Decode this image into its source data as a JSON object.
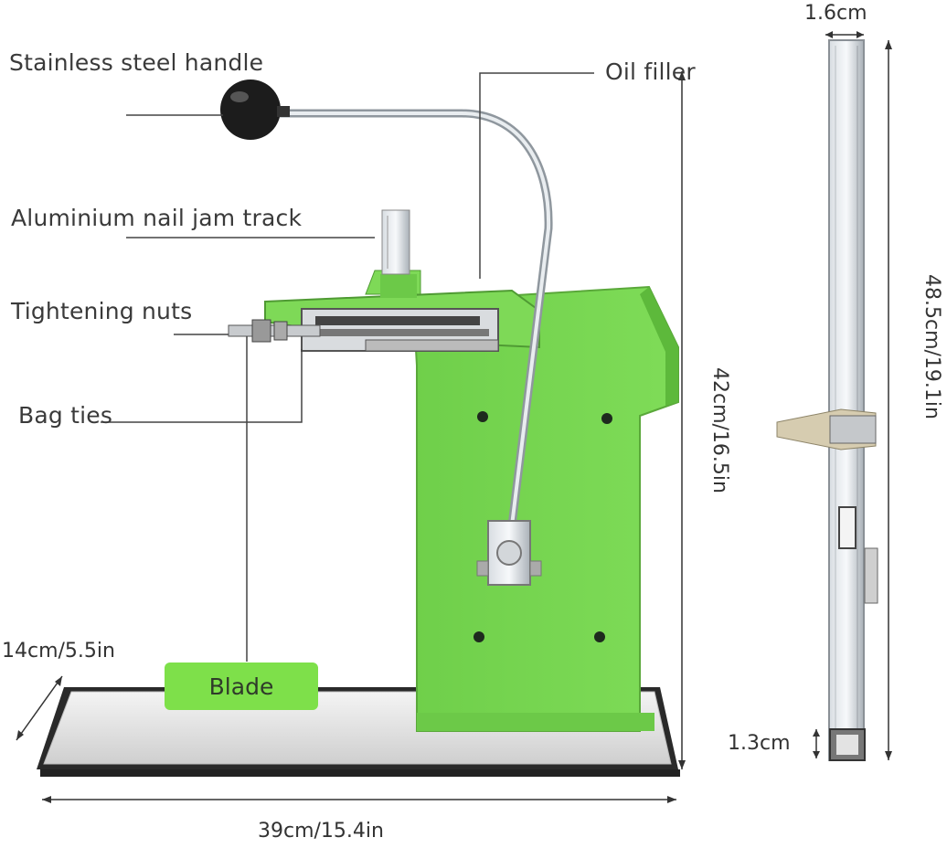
{
  "labels": {
    "handle": "Stainless steel handle",
    "oil_filler": "Oil filler",
    "track": "Aluminium nail jam track",
    "nuts": "Tightening nuts",
    "bag_ties": "Bag ties",
    "blade": "Blade"
  },
  "dimensions": {
    "depth": "14cm/5.5in",
    "width": "39cm/15.4in",
    "height": "42cm/16.5in",
    "track_width": "1.6cm",
    "track_length": "48.5cm/19.1in",
    "track_bottom": "1.3cm"
  },
  "colors": {
    "body_green": "#7ed957",
    "base_metal": "#e6e6e6",
    "badge_green": "#7ee04a",
    "line": "#444444"
  },
  "icons": [
    "ball-knob-icon",
    "screw-icon"
  ]
}
